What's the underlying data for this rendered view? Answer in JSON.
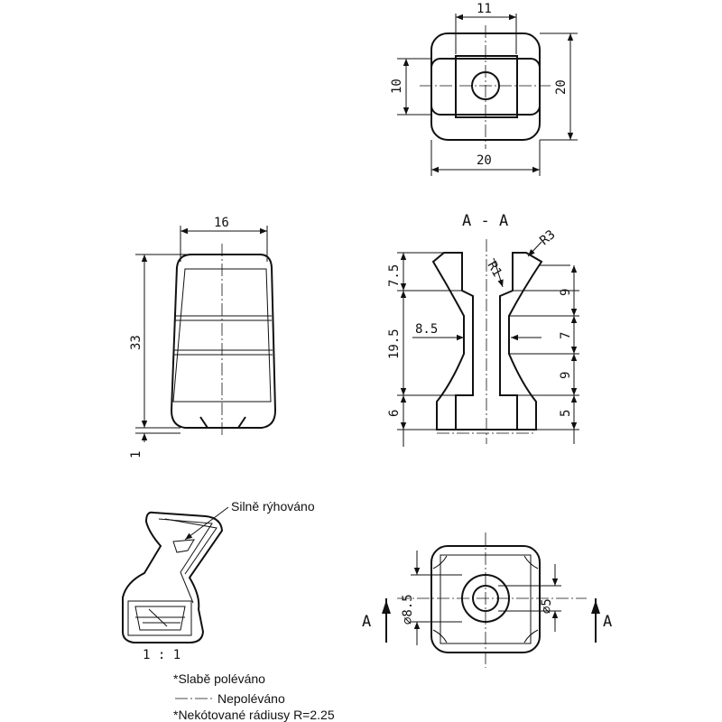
{
  "top_view": {
    "dim_width_inner": "11",
    "dim_height_inner": "10",
    "dim_height_outer": "20",
    "dim_width_outer": "20"
  },
  "side_view": {
    "dim_width": "16",
    "dim_height": "33",
    "dim_bottom": "1"
  },
  "section_view": {
    "title": "A - A",
    "radius_outer": "R3",
    "radius_inner": "R1",
    "left_dims": [
      "7.5",
      "19.5",
      "6"
    ],
    "right_dims": [
      "9",
      "7",
      "9",
      "5"
    ],
    "neck_width": "8.5"
  },
  "iso_view": {
    "callout": "Silně rýhováno",
    "scale": "1 : 1"
  },
  "bottom_view": {
    "dia_left": "⌀8.5",
    "dia_right": "⌀5",
    "section_mark_left": "A",
    "section_mark_right": "A"
  },
  "notes": [
    "*Slabě poléváno",
    "Nepoléváno",
    "*Nekótované rádiusy R=2.25"
  ]
}
